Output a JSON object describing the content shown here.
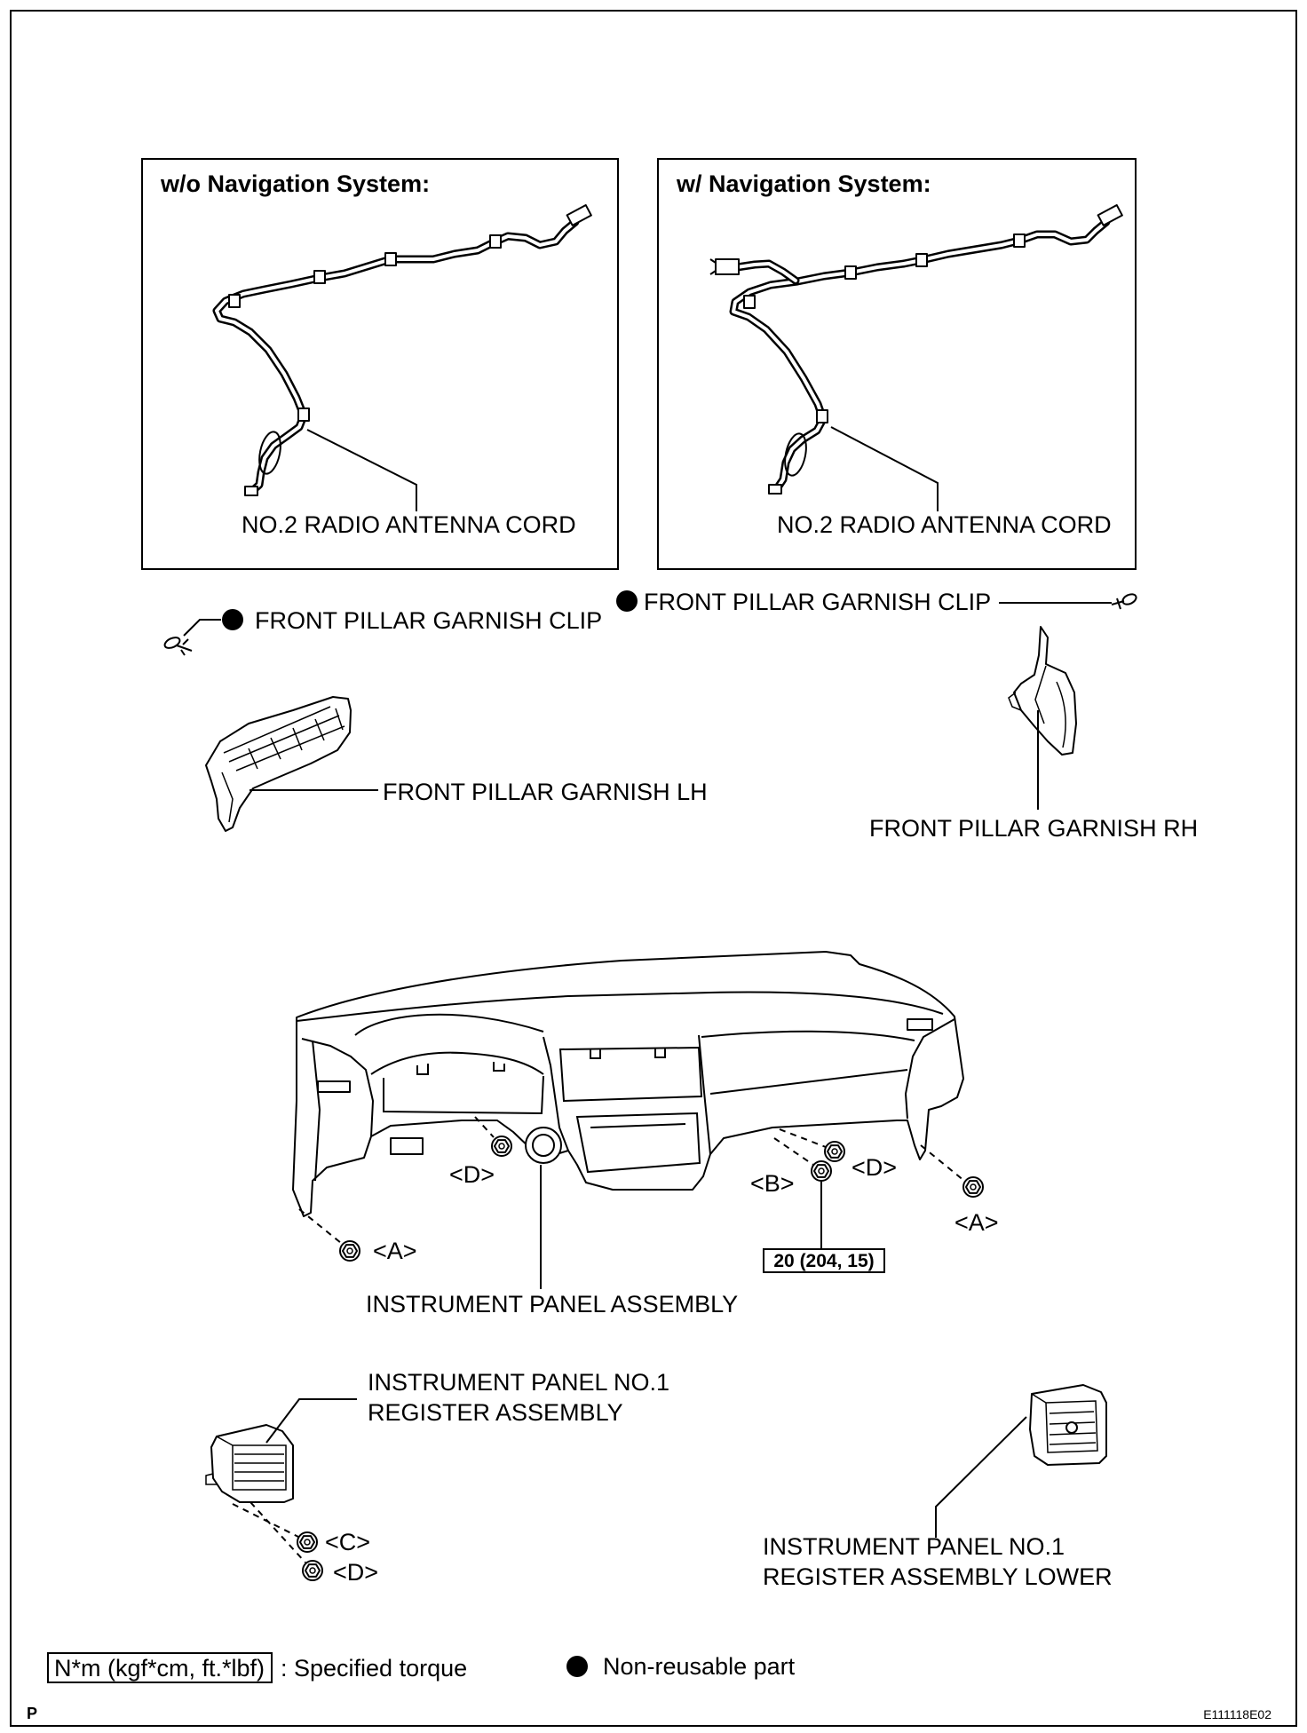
{
  "figure": {
    "panels": [
      {
        "title": "w/o Navigation System:",
        "part_label": "NO.2 RADIO ANTENNA CORD"
      },
      {
        "title": "w/ Navigation System:",
        "part_label": "NO.2 RADIO ANTENNA CORD"
      }
    ],
    "parts": {
      "clip_lh": "FRONT PILLAR GARNISH CLIP",
      "clip_rh": "FRONT PILLAR GARNISH CLIP",
      "garnish_lh": "FRONT PILLAR GARNISH LH",
      "garnish_rh": "FRONT PILLAR GARNISH RH",
      "instrument_panel": "INSTRUMENT PANEL ASSEMBLY",
      "register": [
        "INSTRUMENT PANEL NO.1",
        "REGISTER ASSEMBLY"
      ],
      "register_lower": [
        "INSTRUMENT PANEL NO.1",
        "REGISTER ASSEMBLY LOWER"
      ]
    },
    "fasteners": {
      "a_left": "<A>",
      "d_center": "<D>",
      "b": "<B>",
      "d_right": "<D>",
      "a_right": "<A>",
      "c_register": "<C>",
      "d_register": "<D>"
    },
    "torque_spec": "20 (204, 15)"
  },
  "legend": {
    "torque_unit": "N*m (kgf*cm, ft.*lbf)",
    "torque_desc": ": Specified torque",
    "non_reusable": "Non-reusable part"
  },
  "footer": {
    "section": "P",
    "figure_id": "E111118E02"
  },
  "icons": {
    "non_reusable_marker": "filled-circle",
    "fastener": "bolt-icon"
  },
  "colors": {
    "line": "#000000",
    "background": "#ffffff",
    "marker": "#000000"
  }
}
